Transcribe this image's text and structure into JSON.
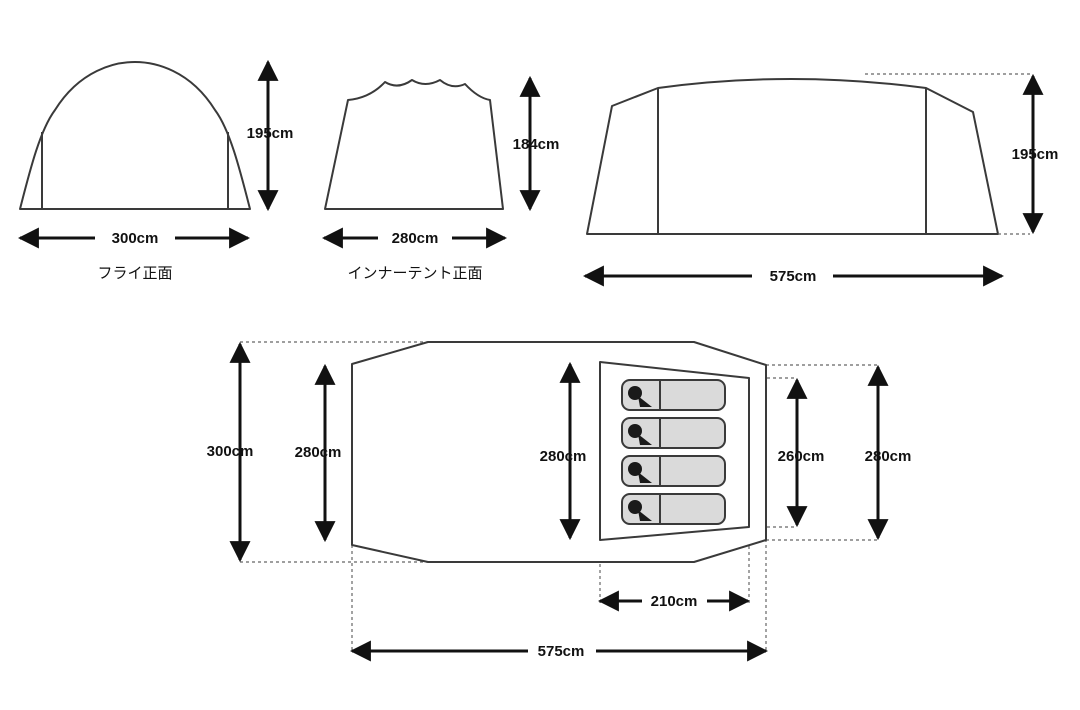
{
  "fly_front": {
    "height": "195cm",
    "width": "300cm",
    "caption": "フライ正面"
  },
  "inner_front": {
    "height": "184cm",
    "width": "280cm",
    "caption": "インナーテント正面"
  },
  "side": {
    "height": "195cm",
    "length": "575cm"
  },
  "plan": {
    "outer_width": "300cm",
    "inner_width": "280cm",
    "inner_tent_width": "280cm",
    "inner_tent_depth_width": "260cm",
    "right_width": "280cm",
    "inner_tent_length": "210cm",
    "total_length": "575cm",
    "sleeping_bags": 4
  }
}
